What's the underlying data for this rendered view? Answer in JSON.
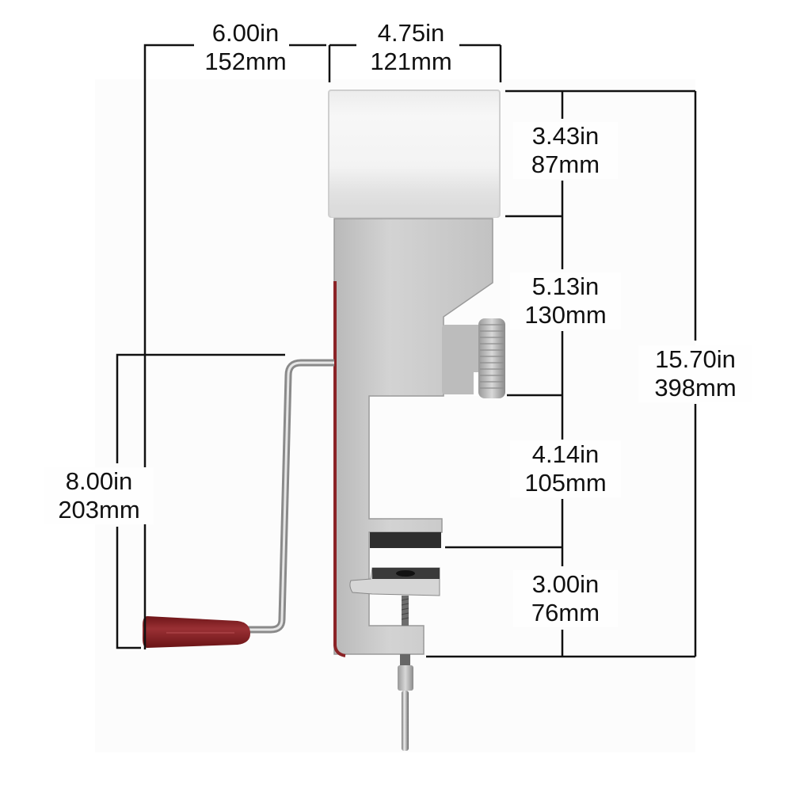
{
  "figure": {
    "subject": "Hand-crank grain mill with table clamp",
    "colors": {
      "background": "#ffffff",
      "dimension_line": "#111111",
      "body_aluminum": "#c8c8c8",
      "hopper": "#ececec",
      "handle_red": "#8b2326",
      "rubber_pad": "#333333"
    }
  },
  "dimensions": {
    "crank_reach": {
      "inches": "6.00in",
      "mm": "152mm"
    },
    "hopper_width": {
      "inches": "4.75in",
      "mm": "121mm"
    },
    "hopper_height": {
      "inches": "3.43in",
      "mm": "87mm"
    },
    "body_to_knob": {
      "inches": "5.13in",
      "mm": "130mm"
    },
    "knob_to_clamp": {
      "inches": "4.14in",
      "mm": "105mm"
    },
    "clamp_opening": {
      "inches": "3.00in",
      "mm": "76mm"
    },
    "total_height": {
      "inches": "15.70in",
      "mm": "398mm"
    },
    "crank_height": {
      "inches": "8.00in",
      "mm": "203mm"
    }
  }
}
